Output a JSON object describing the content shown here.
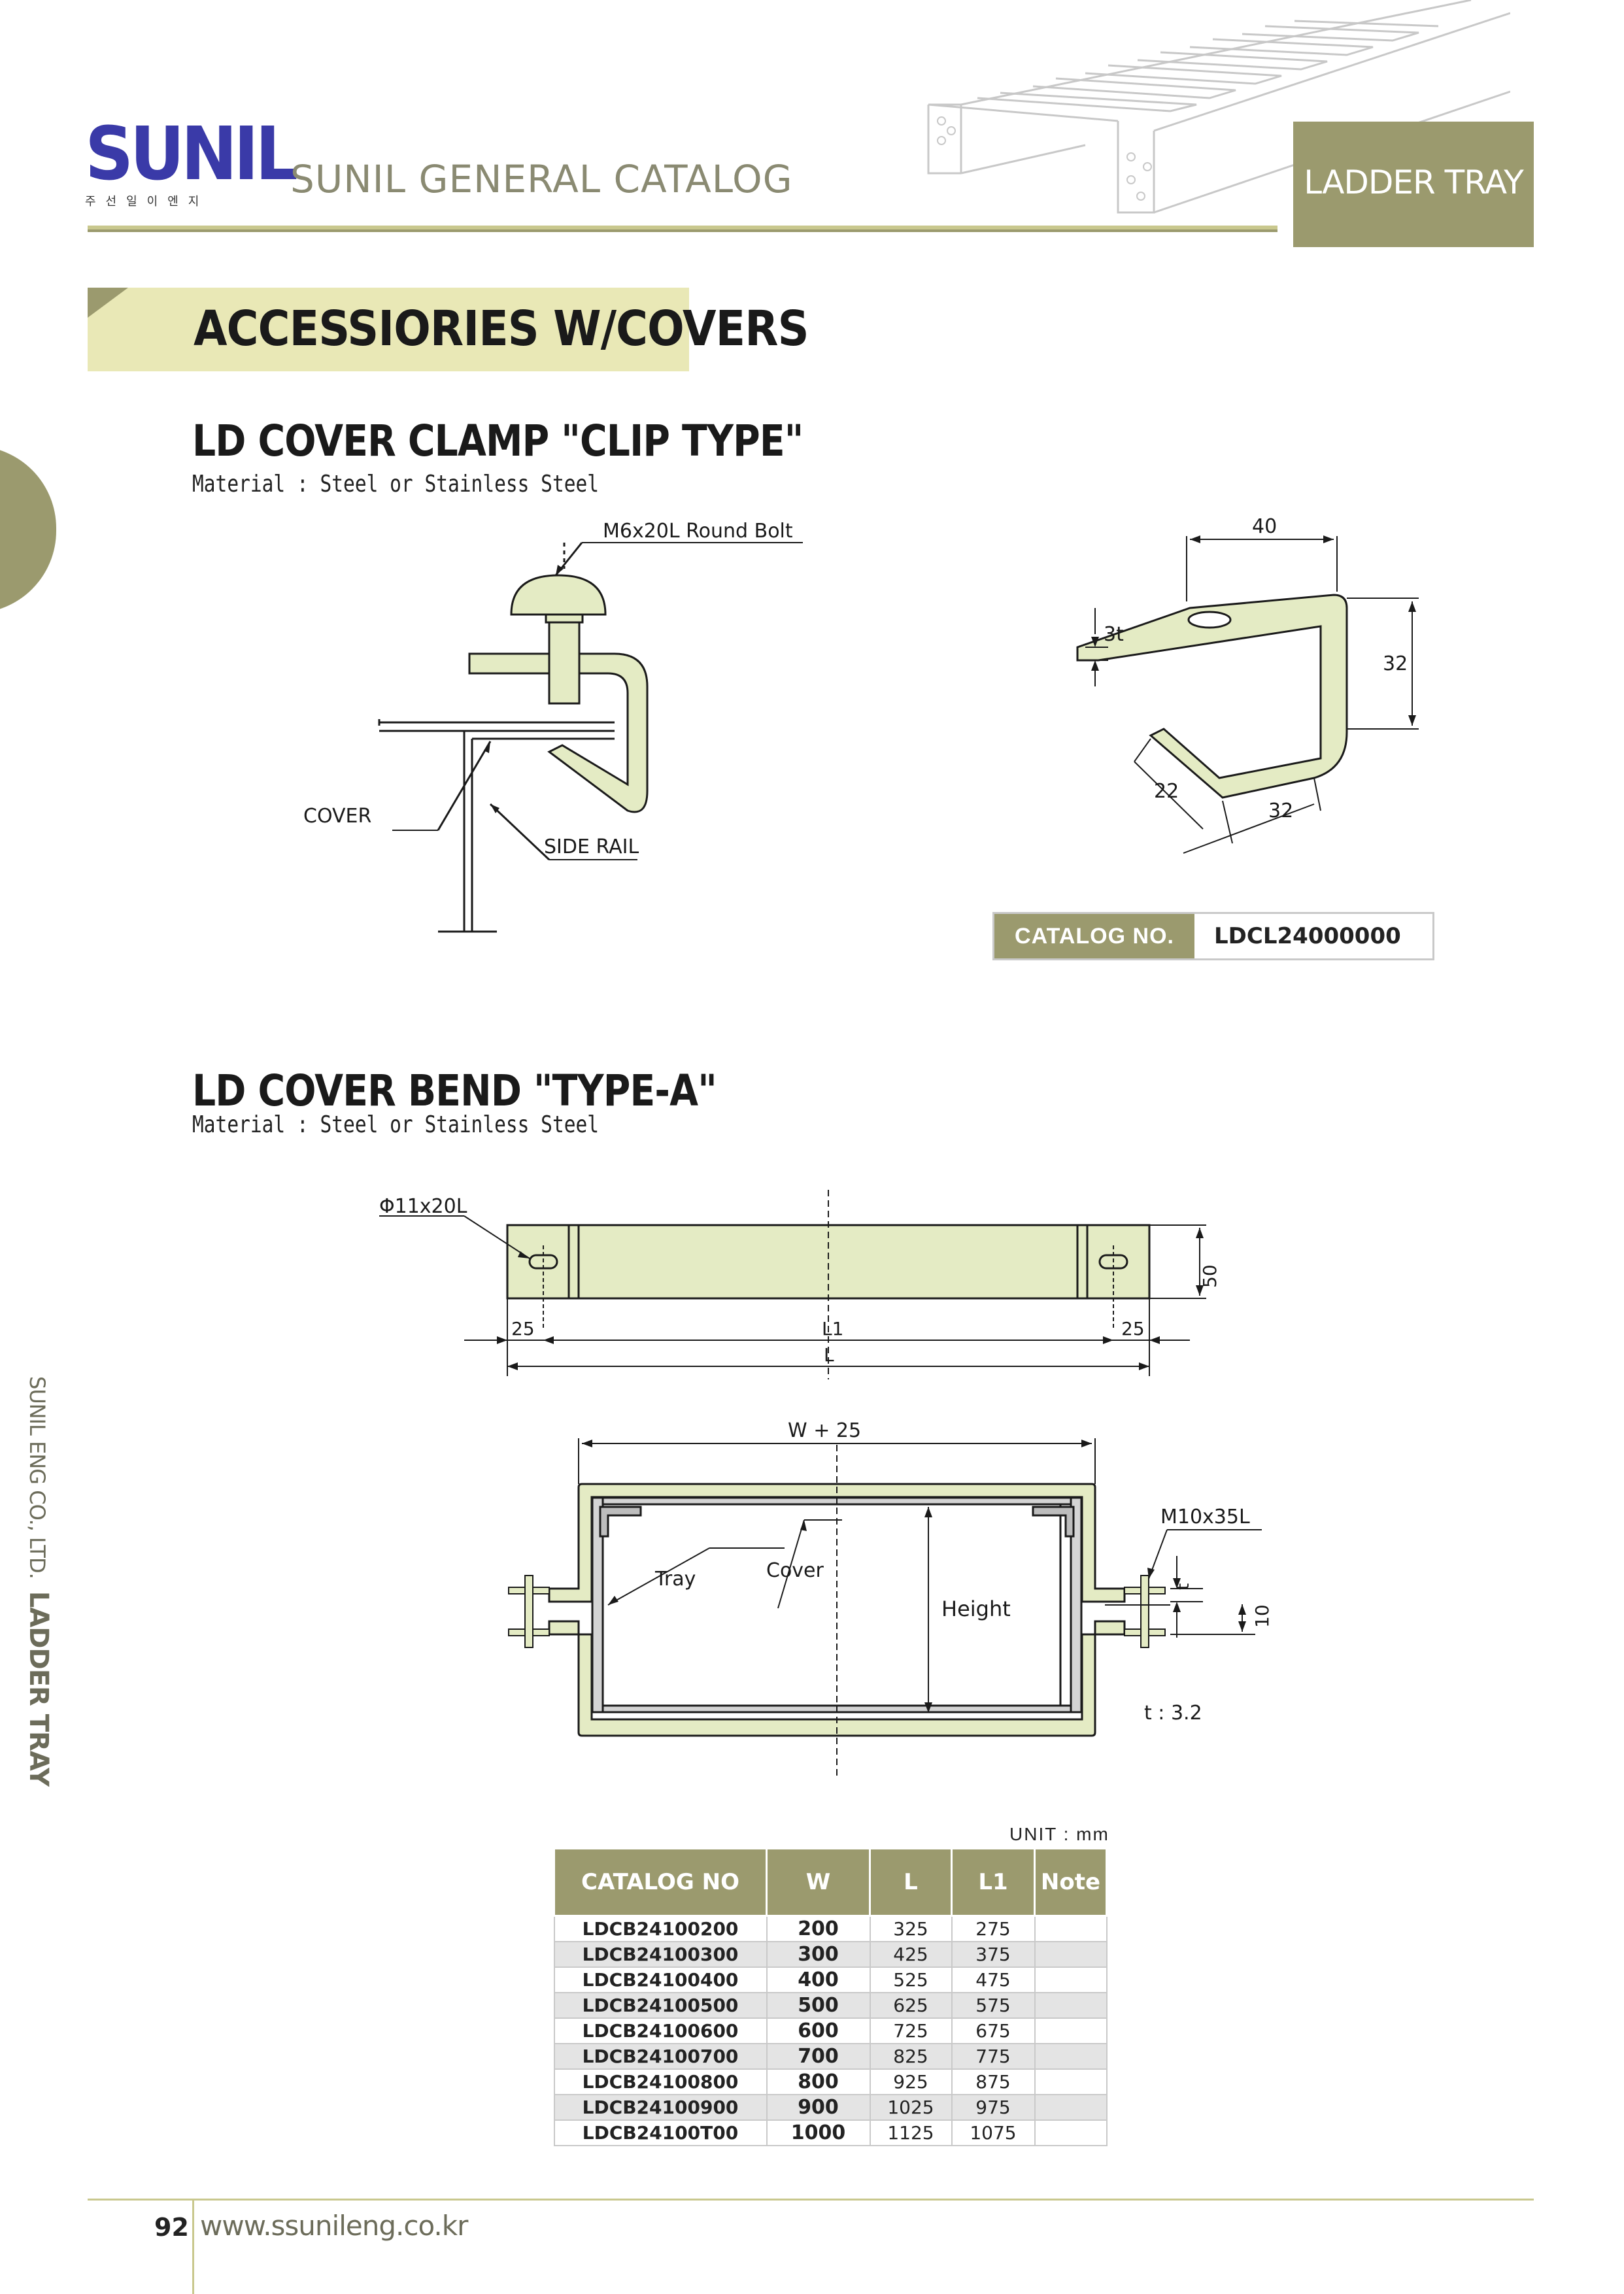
{
  "header": {
    "logo_text": "SUNIL",
    "logo_subtext": "주 선 일 이 엔 지",
    "catalog_title": "SUNIL GENERAL CATALOG",
    "section_tab": "LADDER TRAY"
  },
  "section": {
    "title": "ACCESSIORIES W/COVERS"
  },
  "clip": {
    "title": "LD COVER CLAMP \"CLIP TYPE\"",
    "material": "Material : Steel or Stainless Steel",
    "labels": {
      "bolt": "M6x20L Round Bolt",
      "cover": "COVER",
      "side_rail": "SIDE RAIL"
    },
    "dims": {
      "width": "40",
      "thickness": "3t",
      "height": "32",
      "depth": "22",
      "base": "32"
    },
    "catalog_label": "CATALOG NO.",
    "catalog_no": "LDCL24000000"
  },
  "bend": {
    "title": "LD COVER BEND \"TYPE-A\"",
    "material": "Material : Steel or Stainless Steel",
    "labels": {
      "hole": "Φ11x20L",
      "dim_25_left": "25",
      "dim_25_right": "25",
      "dim_l1": "L1",
      "dim_l": "L",
      "dim_50": "50",
      "dim_w25": "W + 25",
      "bolt": "M10x35L",
      "tray": "Tray",
      "cover": "Cover",
      "height": "Height",
      "t": "t",
      "dim_10": "10",
      "thickness": "t : 3.2"
    }
  },
  "table": {
    "unit": "UNIT : mm",
    "headers": [
      "CATALOG NO",
      "W",
      "L",
      "L1",
      "Note"
    ],
    "rows": [
      [
        "LDCB24100200",
        "200",
        "325",
        "275",
        ""
      ],
      [
        "LDCB24100300",
        "300",
        "425",
        "375",
        ""
      ],
      [
        "LDCB24100400",
        "400",
        "525",
        "475",
        ""
      ],
      [
        "LDCB24100500",
        "500",
        "625",
        "575",
        ""
      ],
      [
        "LDCB24100600",
        "600",
        "725",
        "675",
        ""
      ],
      [
        "LDCB24100700",
        "700",
        "825",
        "775",
        ""
      ],
      [
        "LDCB24100800",
        "800",
        "925",
        "875",
        ""
      ],
      [
        "LDCB24100900",
        "900",
        "1025",
        "975",
        ""
      ],
      [
        "LDCB24100T00",
        "1000",
        "1125",
        "1075",
        ""
      ]
    ]
  },
  "side": {
    "company": "SUNIL ENG CO., LTD.",
    "section": "LADDER TRAY"
  },
  "footer": {
    "page_number": "92",
    "url": "www.ssunileng.co.kr"
  },
  "colors": {
    "olive": "#9b9a6e",
    "cream": "#e9e8b6",
    "part_fill": "#e4ebc4"
  }
}
